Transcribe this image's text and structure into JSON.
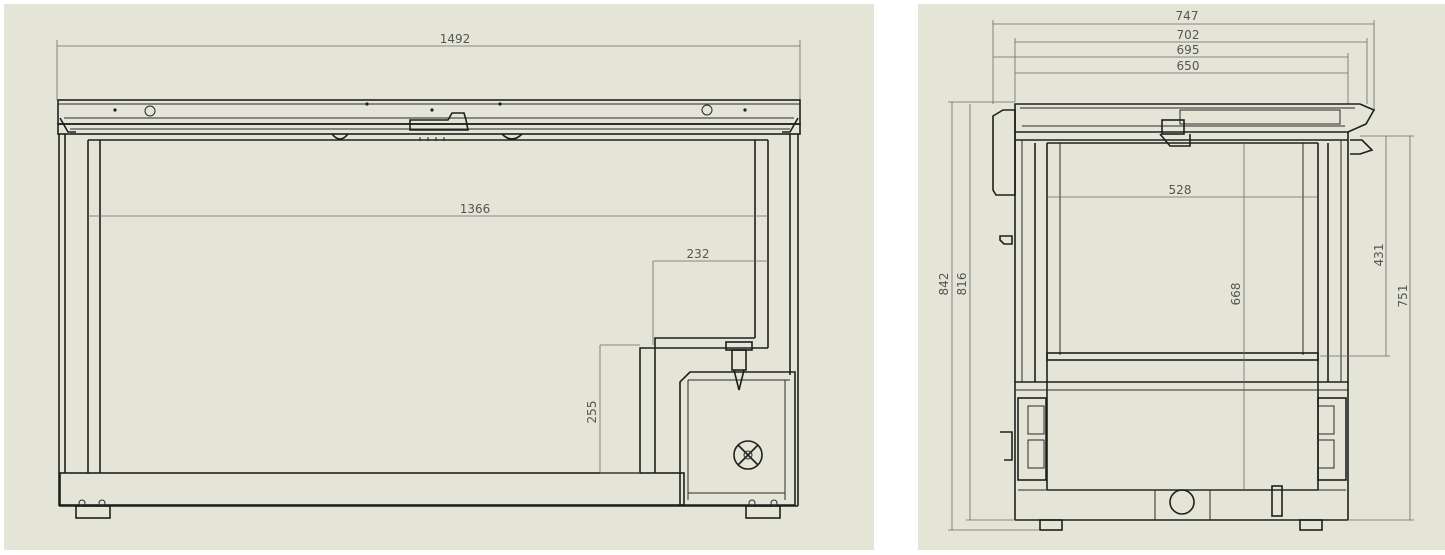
{
  "front_view": {
    "dimensions": {
      "overall_width": "1492",
      "inner_width": "1366",
      "compressor_width": "232",
      "compressor_height": "255"
    }
  },
  "side_view": {
    "dimensions": {
      "overall_depth": "747",
      "depth_702": "702",
      "depth_695": "695",
      "cabinet_depth": "650",
      "basket_width": "528",
      "inner_height": "668",
      "height_842": "842",
      "height_816": "816",
      "basket_height": "431",
      "cabinet_height": "751"
    }
  }
}
